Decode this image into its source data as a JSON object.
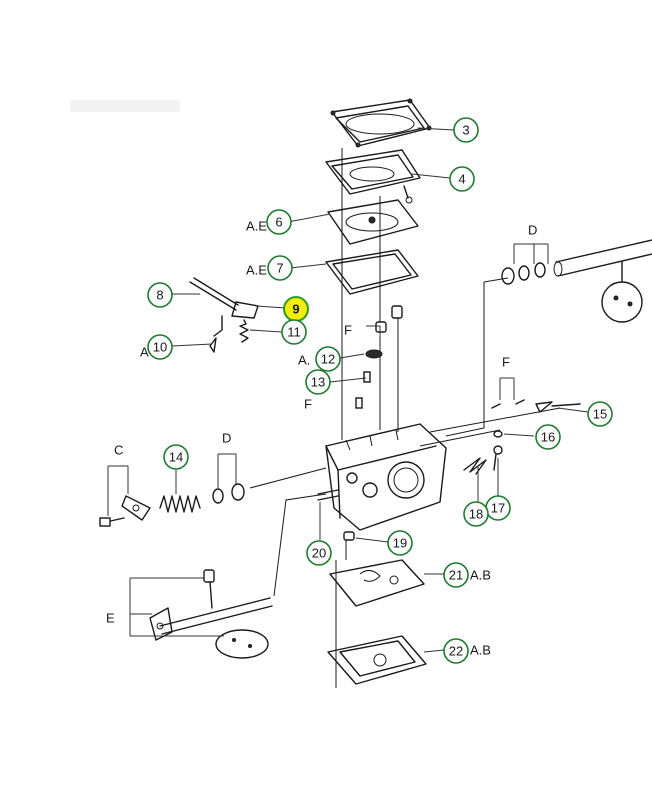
{
  "diagram": {
    "highlight_color": "#f2f000",
    "callout_color": "#1f7a2e",
    "callouts": [
      {
        "num": "3",
        "suffix": ""
      },
      {
        "num": "4",
        "suffix": ""
      },
      {
        "num": "6",
        "suffix": "A.E"
      },
      {
        "num": "7",
        "suffix": "A.E"
      },
      {
        "num": "8",
        "suffix": ""
      },
      {
        "num": "9",
        "suffix": "",
        "highlighted": true
      },
      {
        "num": "10",
        "suffix": "A"
      },
      {
        "num": "11",
        "suffix": ""
      },
      {
        "num": "12",
        "suffix": "A."
      },
      {
        "num": "13",
        "suffix": ""
      },
      {
        "num": "14",
        "suffix": ""
      },
      {
        "num": "15",
        "suffix": ""
      },
      {
        "num": "16",
        "suffix": ""
      },
      {
        "num": "17",
        "suffix": ""
      },
      {
        "num": "18",
        "suffix": ""
      },
      {
        "num": "19",
        "suffix": ""
      },
      {
        "num": "20",
        "suffix": ""
      },
      {
        "num": "21",
        "suffix": "A.B"
      },
      {
        "num": "22",
        "suffix": "A.B"
      }
    ],
    "group_labels": {
      "d_top": "D",
      "f_a": "F",
      "f_b": "F",
      "f_c": "F",
      "c": "C",
      "d_left": "D",
      "e": "E"
    }
  }
}
